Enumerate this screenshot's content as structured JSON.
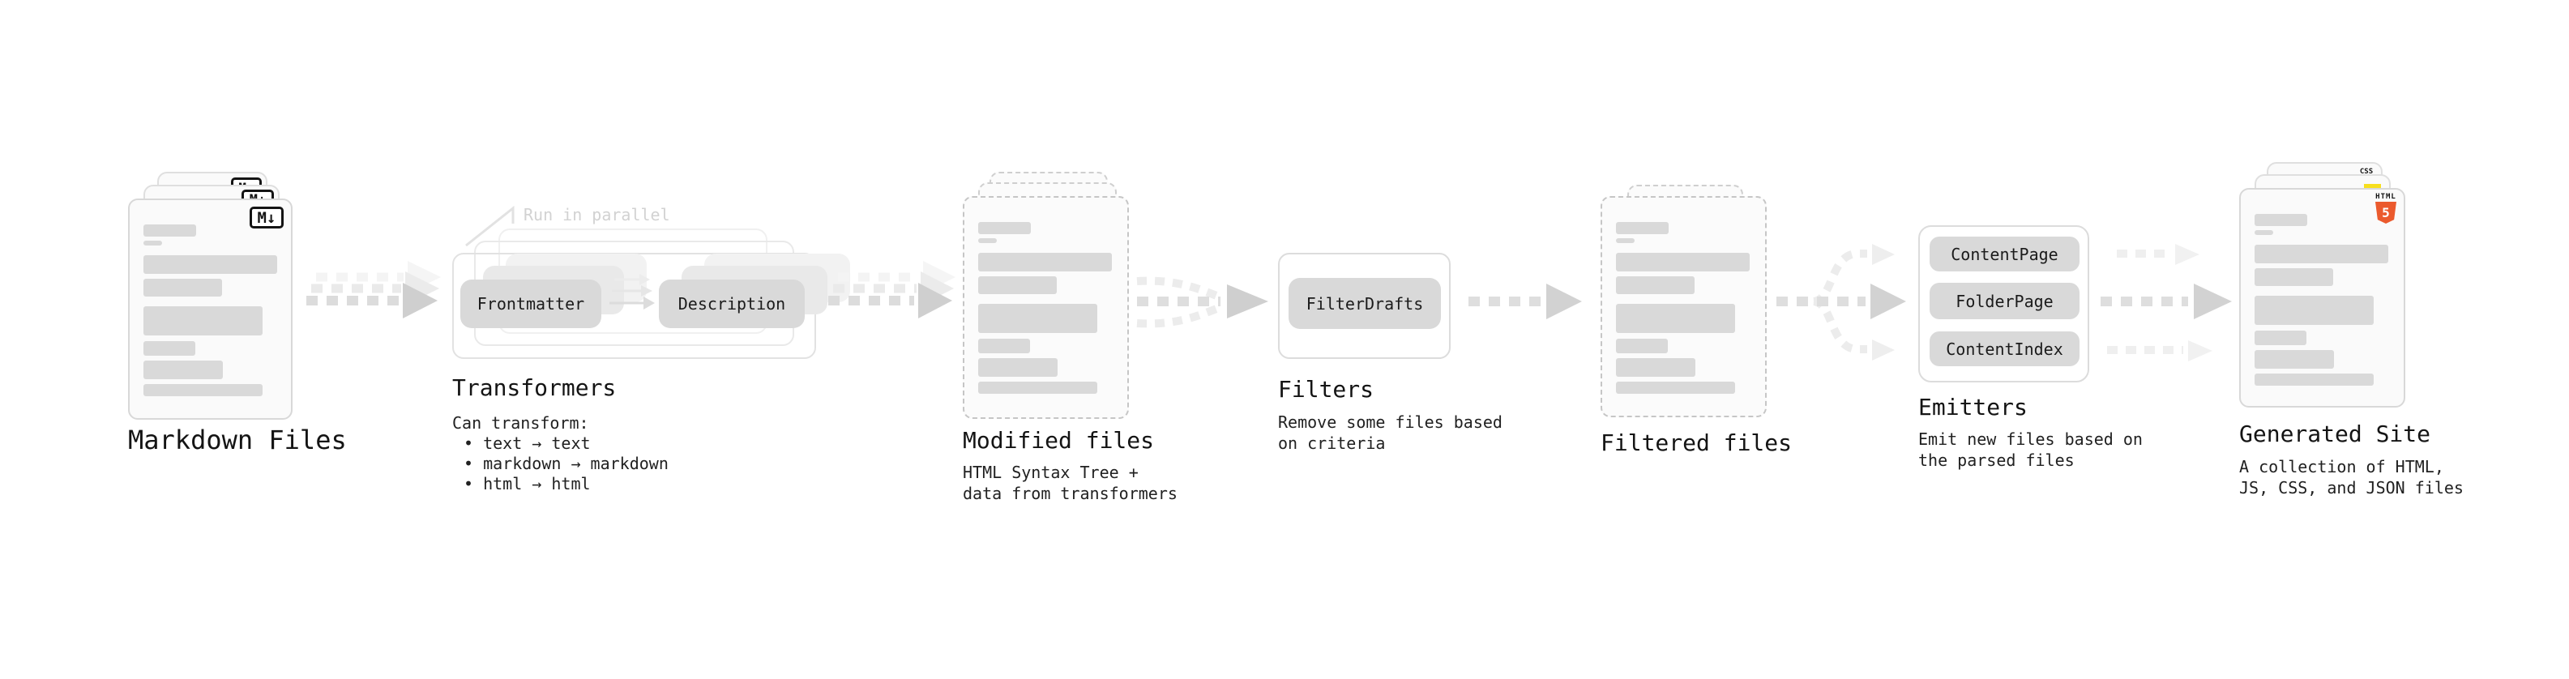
{
  "markdown_files": {
    "label": "Markdown Files",
    "badge": "M↓"
  },
  "transformers": {
    "callout": "Run in parallel",
    "step1": "Frontmatter",
    "step2": "Description",
    "heading": "Transformers",
    "desc_title": "Can transform:",
    "bullets": [
      "• text → text",
      "• markdown → markdown",
      "• html → html"
    ]
  },
  "modified_files": {
    "heading": "Modified files",
    "desc": "HTML Syntax Tree +\ndata from transformers"
  },
  "filters": {
    "button": "FilterDrafts",
    "heading": "Filters",
    "desc": "Remove some files based\non criteria"
  },
  "filtered_files": {
    "heading": "Filtered files"
  },
  "emitters": {
    "buttons": [
      "ContentPage",
      "FolderPage",
      "ContentIndex"
    ],
    "heading": "Emitters",
    "desc": "Emit new files based on\nthe parsed files"
  },
  "generated_site": {
    "heading": "Generated Site",
    "desc": "A collection of HTML,\nJS, CSS, and JSON files",
    "html5_badge": {
      "label": "HTML",
      "number": "5"
    },
    "css_badge": "CSS"
  },
  "colors": {
    "html5_orange": "#eb5a2d",
    "js_yellow": "#f7df1e",
    "css_blue": "#2965f1"
  }
}
